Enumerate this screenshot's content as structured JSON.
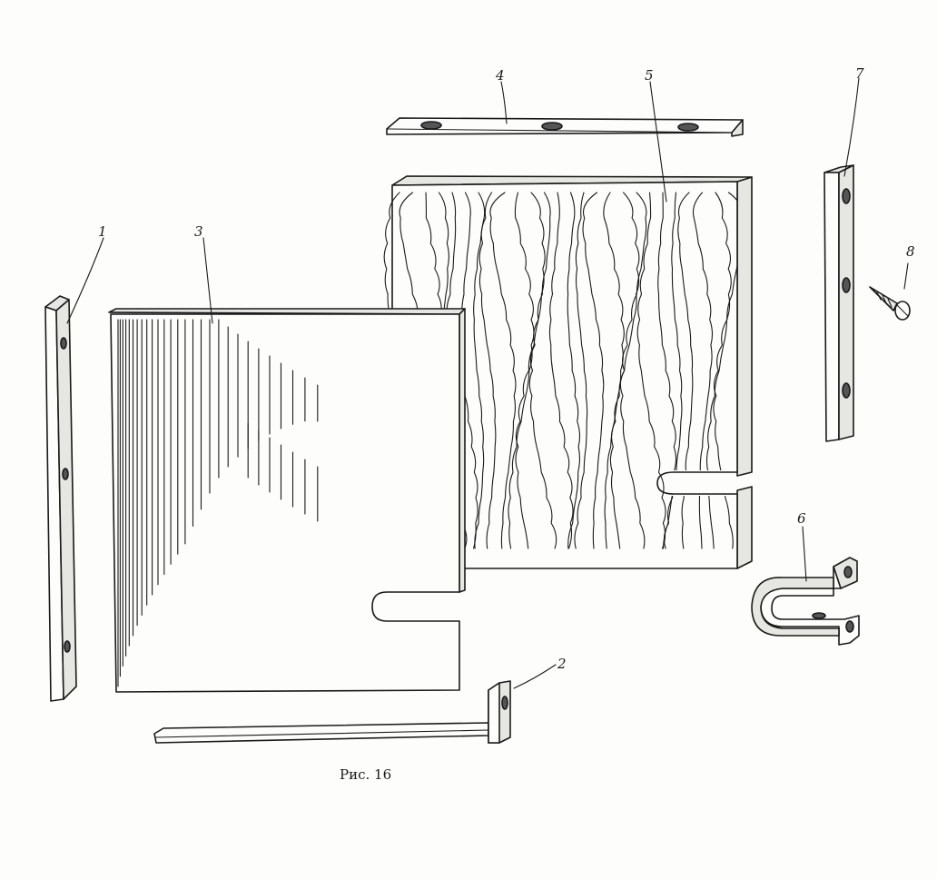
{
  "figure": {
    "caption": "Рис. 16",
    "parts": [
      {
        "id": "part-1",
        "label": "1"
      },
      {
        "id": "part-2",
        "label": "2"
      },
      {
        "id": "part-3",
        "label": "3"
      },
      {
        "id": "part-4",
        "label": "4"
      },
      {
        "id": "part-5",
        "label": "5"
      },
      {
        "id": "part-6",
        "label": "6"
      },
      {
        "id": "part-7",
        "label": "7"
      },
      {
        "id": "part-8",
        "label": "8"
      }
    ]
  }
}
